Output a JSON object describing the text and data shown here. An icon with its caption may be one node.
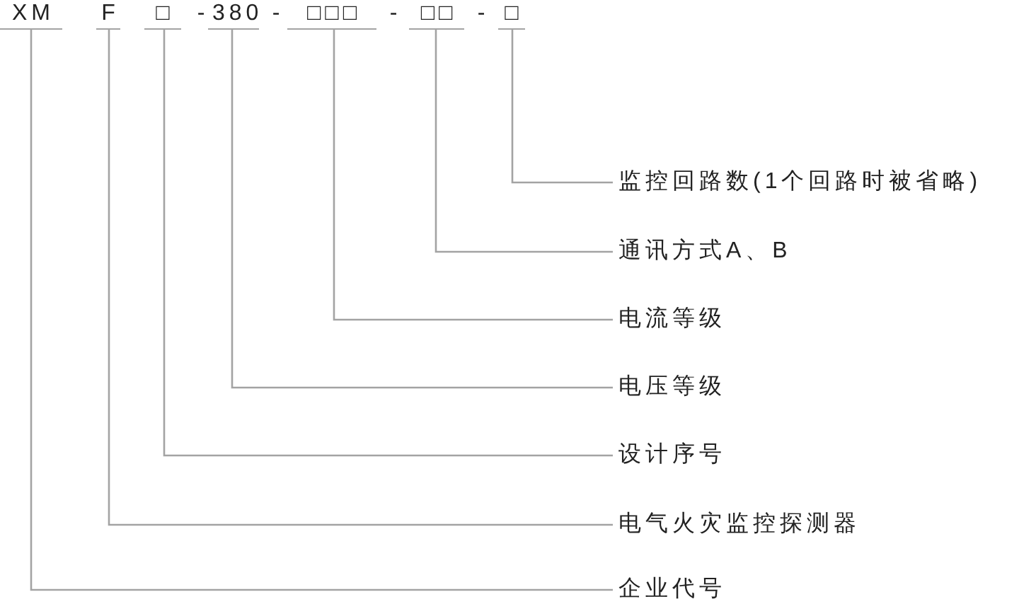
{
  "diagram": {
    "nodes": [
      {
        "text": [
          "XM"
        ]
      },
      {
        "text": [
          "F"
        ]
      },
      {
        "text": [
          "□"
        ]
      },
      {
        "text": [
          "380"
        ]
      },
      {
        "text": [
          "□□□"
        ]
      },
      {
        "text": [
          "□□"
        ]
      },
      {
        "text": [
          "□"
        ]
      },
      {
        "text": [
          "监控回路数(1个回路时被省略)"
        ]
      },
      {
        "text": [
          "通讯方式A、B"
        ]
      },
      {
        "text": [
          "电流等级"
        ]
      },
      {
        "text": [
          "电压等级"
        ]
      },
      {
        "text": [
          "设计序号"
        ]
      },
      {
        "text": [
          "电气火灾监控探测器"
        ]
      },
      {
        "text": [
          "企业代号"
        ]
      }
    ],
    "edges": [
      {
        "from": 7,
        "to": 6,
        "arrow": "none"
      },
      {
        "from": 8,
        "to": 5,
        "arrow": "none"
      },
      {
        "from": 9,
        "to": 4,
        "arrow": "none"
      },
      {
        "from": 10,
        "to": 3,
        "arrow": "none"
      },
      {
        "from": 11,
        "to": 2,
        "arrow": "none"
      },
      {
        "from": 12,
        "to": 1,
        "arrow": "none"
      },
      {
        "from": 13,
        "to": 0,
        "arrow": "none"
      }
    ],
    "labels": [
      "-",
      "-",
      "-",
      "-"
    ]
  }
}
